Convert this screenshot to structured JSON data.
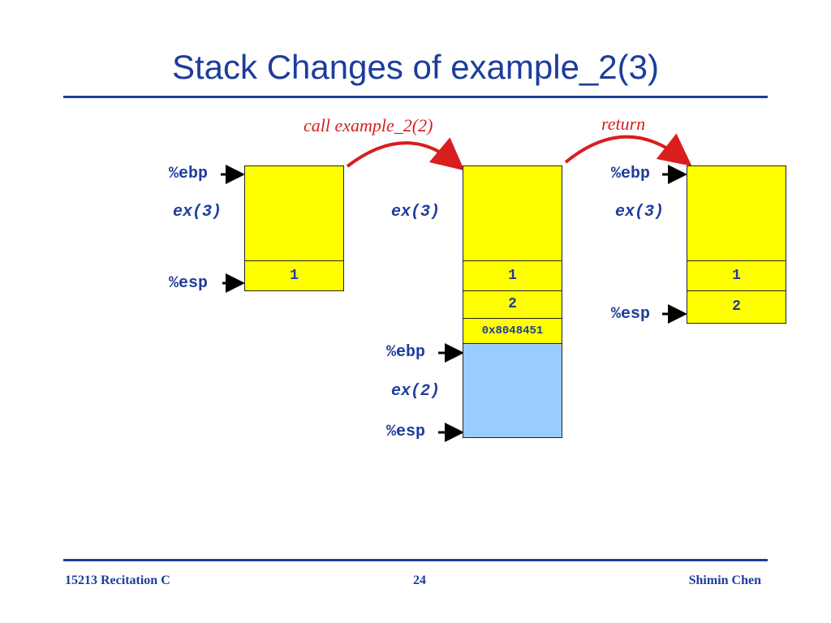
{
  "slide": {
    "title": "Stack Changes of example_2(3)",
    "footer_left": "15213 Recitation C",
    "footer_page": "24",
    "footer_right": "Shimin Chen"
  },
  "annotations": {
    "call": "call example_2(2)",
    "return": "return"
  },
  "registers": {
    "ebp": "%ebp",
    "esp": "%esp"
  },
  "frames": {
    "ex3": "ex(3)",
    "ex2": "ex(2)"
  },
  "stacks": {
    "left": {
      "cells": [
        "1"
      ]
    },
    "middle": {
      "cells": [
        "1",
        "2",
        "0x8048451"
      ]
    },
    "right": {
      "cells": [
        "1",
        "2"
      ]
    }
  },
  "colors": {
    "title": "#1d3d9c",
    "stack_cell": "#ffff00",
    "new_frame": "#99ccff",
    "arrow_annotation": "#d81e1e"
  }
}
